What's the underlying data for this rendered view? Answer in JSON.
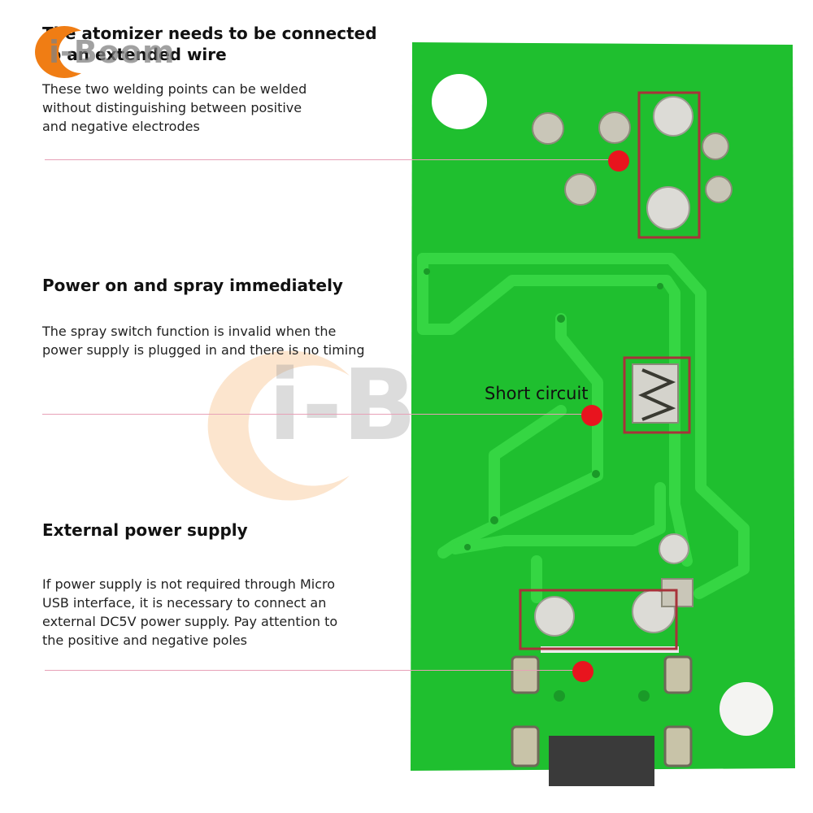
{
  "sections": [
    {
      "title": "The atomizer needs to be connected to an extended wire",
      "body": [
        "These two welding points can be welded",
        "without distinguishing between positive",
        "and negative electrodes"
      ]
    },
    {
      "title": "Power on and spray immediately",
      "body": [
        "The spray switch function is invalid when the",
        "power supply is plugged in and there is no timing"
      ]
    },
    {
      "title": "External power supply",
      "body": [
        "If power supply is not required through Micro",
        "USB interface, it is necessary to connect an",
        "external DC5V power supply. Pay attention to",
        "the positive and negative poles"
      ]
    }
  ],
  "callout_label": "Short circuit",
  "watermark": "i-Boom",
  "colors": {
    "pcb_green": "#1fbf2f",
    "trace_green": "#2ed43c",
    "highlight_box": "#a8323a",
    "marker_red": "#e8141e",
    "leader_pink": "#e7a1b7",
    "logo_orange": "#f07d14"
  }
}
